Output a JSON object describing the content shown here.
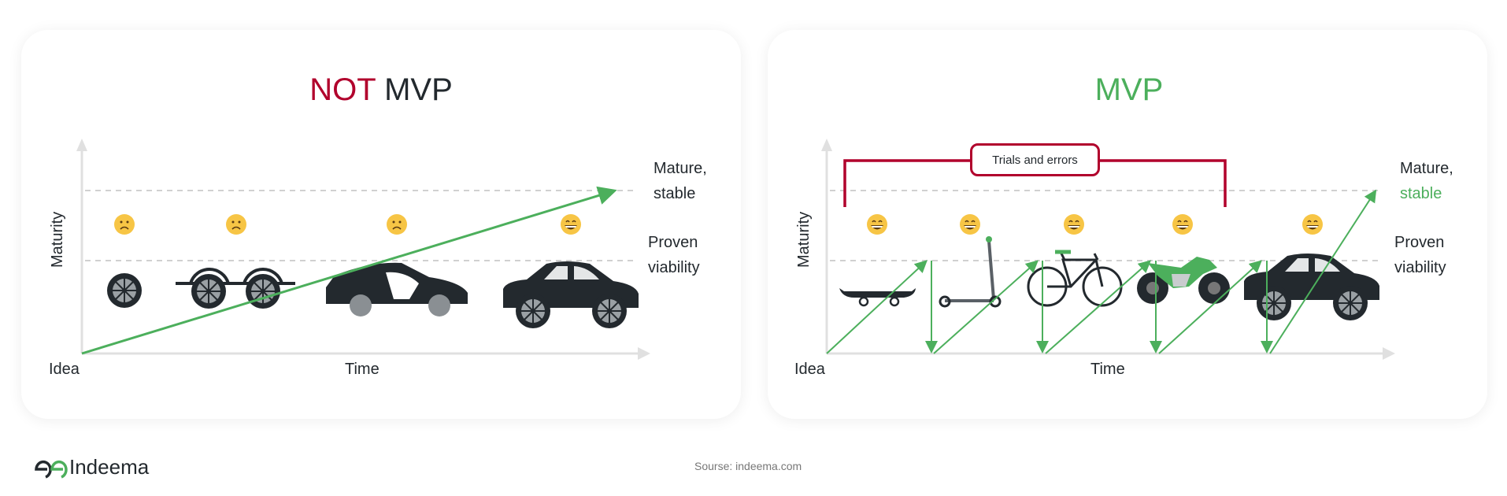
{
  "left": {
    "title_red": "NOT",
    "title_dark": "MVP",
    "y_label": "Maturity",
    "x_label": "Time",
    "origin_label": "Idea",
    "level_top": [
      "Mature,",
      "stable"
    ],
    "level_mid": [
      "Proven",
      "viability"
    ],
    "faces": [
      "sad",
      "sad",
      "sad",
      "happy"
    ],
    "stages": [
      "wheel",
      "wheels-on-axle",
      "car-body",
      "car"
    ]
  },
  "right": {
    "title": "MVP",
    "y_label": "Maturity",
    "x_label": "Time",
    "origin_label": "Idea",
    "level_top": [
      "Mature,",
      "stable"
    ],
    "level_mid": [
      "Proven",
      "viability"
    ],
    "bracket_label": "Trials and errors",
    "faces": [
      "happy",
      "happy",
      "happy",
      "happy",
      "happy"
    ],
    "stages": [
      "skateboard",
      "scooter",
      "bicycle",
      "motorcycle",
      "car"
    ]
  },
  "footer": {
    "logo": "Indeema",
    "source": "Sourse: indeema.com"
  },
  "colors": {
    "red": "#b1002c",
    "green": "#4caf5c",
    "dark": "#23292e"
  }
}
